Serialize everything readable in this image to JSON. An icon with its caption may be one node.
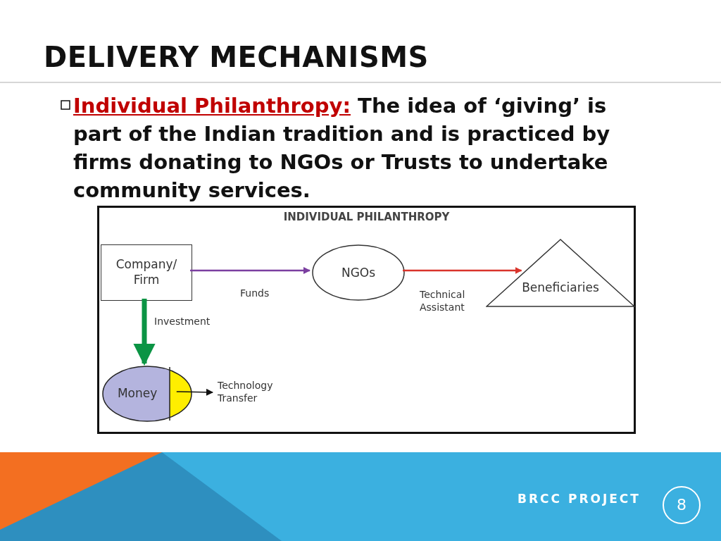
{
  "diagram": {
    "title": "DELIVERY MECHANISMS",
    "nodes": [
      {
        "text": [
          "INDIVIDUAL PHILANTHROPY"
        ]
      },
      {
        "text": [
          "Company/ Firm"
        ],
        "in": 0
      },
      {
        "text": [
          "NGOs"
        ],
        "in": 0
      },
      {
        "text": [
          "Beneficiaries"
        ],
        "in": 0
      },
      {
        "text": [
          "Money"
        ],
        "in": 0
      },
      {
        "text": [
          "Technology Transfer"
        ],
        "in": 0
      }
    ],
    "edges": [
      {
        "from": 1,
        "to": 2,
        "arrow": "to",
        "label": "Funds",
        "color": "#7b3fa0"
      },
      {
        "from": 2,
        "to": 3,
        "arrow": "to",
        "label": "Technical Assistant",
        "color": "#d9342b"
      },
      {
        "from": 1,
        "to": 4,
        "arrow": "to",
        "label": "Investment",
        "style": "thick",
        "color": "#0b9444"
      },
      {
        "from": 4,
        "to": 5,
        "arrow": "to",
        "color": "#111111"
      }
    ],
    "labels": [
      "Individual Philanthropy:",
      "The idea of ‘giving’ is part of the Indian tradition and is practiced by firms donating to NGOs or Trusts to undertake community services.",
      "BRCC PROJECT",
      "8"
    ]
  }
}
